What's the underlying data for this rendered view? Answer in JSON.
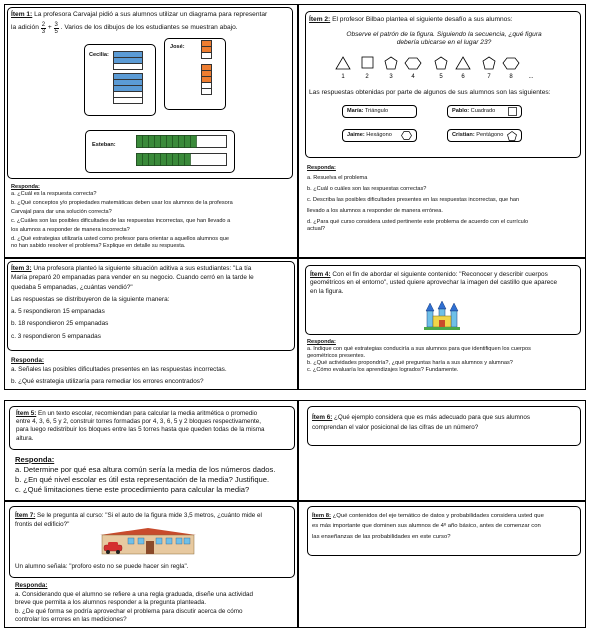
{
  "item1": {
    "label": "Ítem 1:",
    "text_a": "La profesora Carvajal pidió a sus alumnos utilizar un diagrama para representar",
    "text_b_pre": "la adición",
    "fraction1": {
      "num": "2",
      "den": "3"
    },
    "plus": "+",
    "fraction2": {
      "num": "3",
      "den": "5"
    },
    "text_b_post": ". Varios de los dibujos de los estudiantes se muestran abajo.",
    "students": {
      "cecilia": "Cecilia:",
      "jose": "José:",
      "esteban": "Esteban:"
    },
    "response_label": "Responda:",
    "questions": [
      "a. ¿Cuál es la respuesta correcta?",
      "b. ¿Qué conceptos y/o propiedades matemáticas deben usar los alumnos de la profesora",
      "Carvajal para dar una solución correcta?",
      "c. ¿Cuáles son las posibles dificultades de las respuestas incorrectas, que han llevado a",
      "los alumnos a responder de manera incorrecta?",
      "d. ¿Qué estrategias utilizaría usted como profesor para orientar a aquellos alumnos que",
      "no han sabido resolver el problema? Explique en detalle su respuesta."
    ]
  },
  "item2": {
    "label": "Ítem 2:",
    "intro": "El profesor Bilbao plantea el siguiente desafío a sus alumnos:",
    "quote_1": "Observe el patrón de la figura. Siguiendo la secuencia, ¿qué figura",
    "quote_2": "debería ubicarse en el lugar 23?",
    "seq_numbers": [
      "1",
      "2",
      "3",
      "4",
      "5",
      "6",
      "7",
      "8",
      "..."
    ],
    "answers_intro": "Las respuestas obtenidas por parte de algunos de sus alumnos son las siguientes:",
    "answers": [
      {
        "name": "María:",
        "shape": "Triángulo"
      },
      {
        "name": "Pablo:",
        "shape": "Cuadrado"
      },
      {
        "name": "Jaime:",
        "shape": "Hexágono"
      },
      {
        "name": "Cristian:",
        "shape": "Pentágono"
      }
    ],
    "response_label": "Responda:",
    "questions": [
      "a. Resuelva el problema",
      "b. ¿Cuál o cuáles son las respuestas correctas?",
      "c. Describa las posibles dificultades presentes en las respuestas incorrectas, que han",
      "llevado a los alumnos a responder de manera errónea.",
      "d. ¿Para qué curso considera usted pertinente este problema de acuerdo con el currículo",
      "actual?"
    ]
  },
  "item3": {
    "label": "Ítem 3:",
    "text": [
      "Una profesora planteó la siguiente situación aditiva a sus estudiantes: \"La tía",
      "María preparó 20 empanadas para vender en su negocio. Cuando cerró en la tarde le",
      "quedaba 5 empanadas, ¿cuántas vendió?\""
    ],
    "answers_intro": "Las respuestas se distribuyeron de la siguiente manera:",
    "answers": [
      "a. 5 respondieron 15 empanadas",
      "b. 18 respondieron 25 empanadas",
      "c. 3 respondieron 5 empanadas"
    ],
    "response_label": "Responda:",
    "questions": [
      "a. Señales las posibles dificultades presentes en las respuestas incorrectas.",
      "b. ¿Qué estrategia utilizaría para remediar los errores encontrados?"
    ]
  },
  "item4": {
    "label": "Ítem 4:",
    "text": [
      "Con el fin de abordar el siguiente contenido: \"Reconocer y describir cuerpos",
      "geométricos en el entorno\", usted quiere aprovechar la imagen del castillo que aparece",
      "en la figura."
    ],
    "response_label": "Responda:",
    "questions": [
      "a. Indique con qué estrategias conduciría a sus alumnos para que identifiquen los cuerpos",
      "geométricos presentes.",
      "b. ¿Qué actividades propondría?, ¿qué preguntas haría a sus alumnos y alumnas?",
      "c. ¿Cómo evaluaría los aprendizajes logrados? Fundamente."
    ]
  },
  "item5": {
    "label": "Ítem 5:",
    "text": [
      "En un texto escolar, recomiendan para calcular la media aritmética o promedio",
      "entre 4, 3, 6, 5 y 2, construir torres formadas por 4, 3, 6, 5 y 2 bloques respectivamente,",
      "para luego redistribuir los bloques entre las 5 torres hasta que queden todas de la misma",
      "altura."
    ],
    "response_label": "Responda:",
    "questions": [
      "a. Determine por qué esa altura común sería la media de los números dados.",
      "b. ¿En qué nivel escolar es útil esta representación de la media? Justifique.",
      "c. ¿Qué limitaciones tiene este procedimiento para calcular la media?"
    ]
  },
  "item6": {
    "label": "Ítem 6:",
    "text": [
      "¿Qué ejemplo considera que es más adecuado para que sus alumnos",
      "comprendan el valor posicional de  las cifras de un número?"
    ]
  },
  "item7": {
    "label": "Ítem 7:",
    "text": [
      "Se le pregunta al curso: \"Si el auto de la figura mide 3,5 metros, ¿cuánto mide el",
      "frontis del edificio?\""
    ],
    "student_says": "Un alumno señala: \"proforo esto no se puede hacer sin regla\".",
    "response_label": "Responda:",
    "questions": [
      "a. Considerando que el alumno se refiere a una regla graduada, diseñe una actividad",
      "breve que permita a los alumnos responder a la pregunta planteada.",
      "b. ¿De qué forma se podría aprovechar el problema para discutir acerca de cómo",
      "controlar los errores en las mediciones?"
    ]
  },
  "item8": {
    "label": "Ítem 8:",
    "text": [
      "¿Qué contenidos del eje temático de datos y probabilidades considera usted que",
      "es más importante que dominen sus alumnos de 4º año básico, antes de comenzar con",
      "las enseñanzas de las probabilidades en este curso?"
    ]
  },
  "colors": {
    "blue": "#5b9bd5",
    "orange": "#ed7d31",
    "green": "#3a8a3a"
  }
}
